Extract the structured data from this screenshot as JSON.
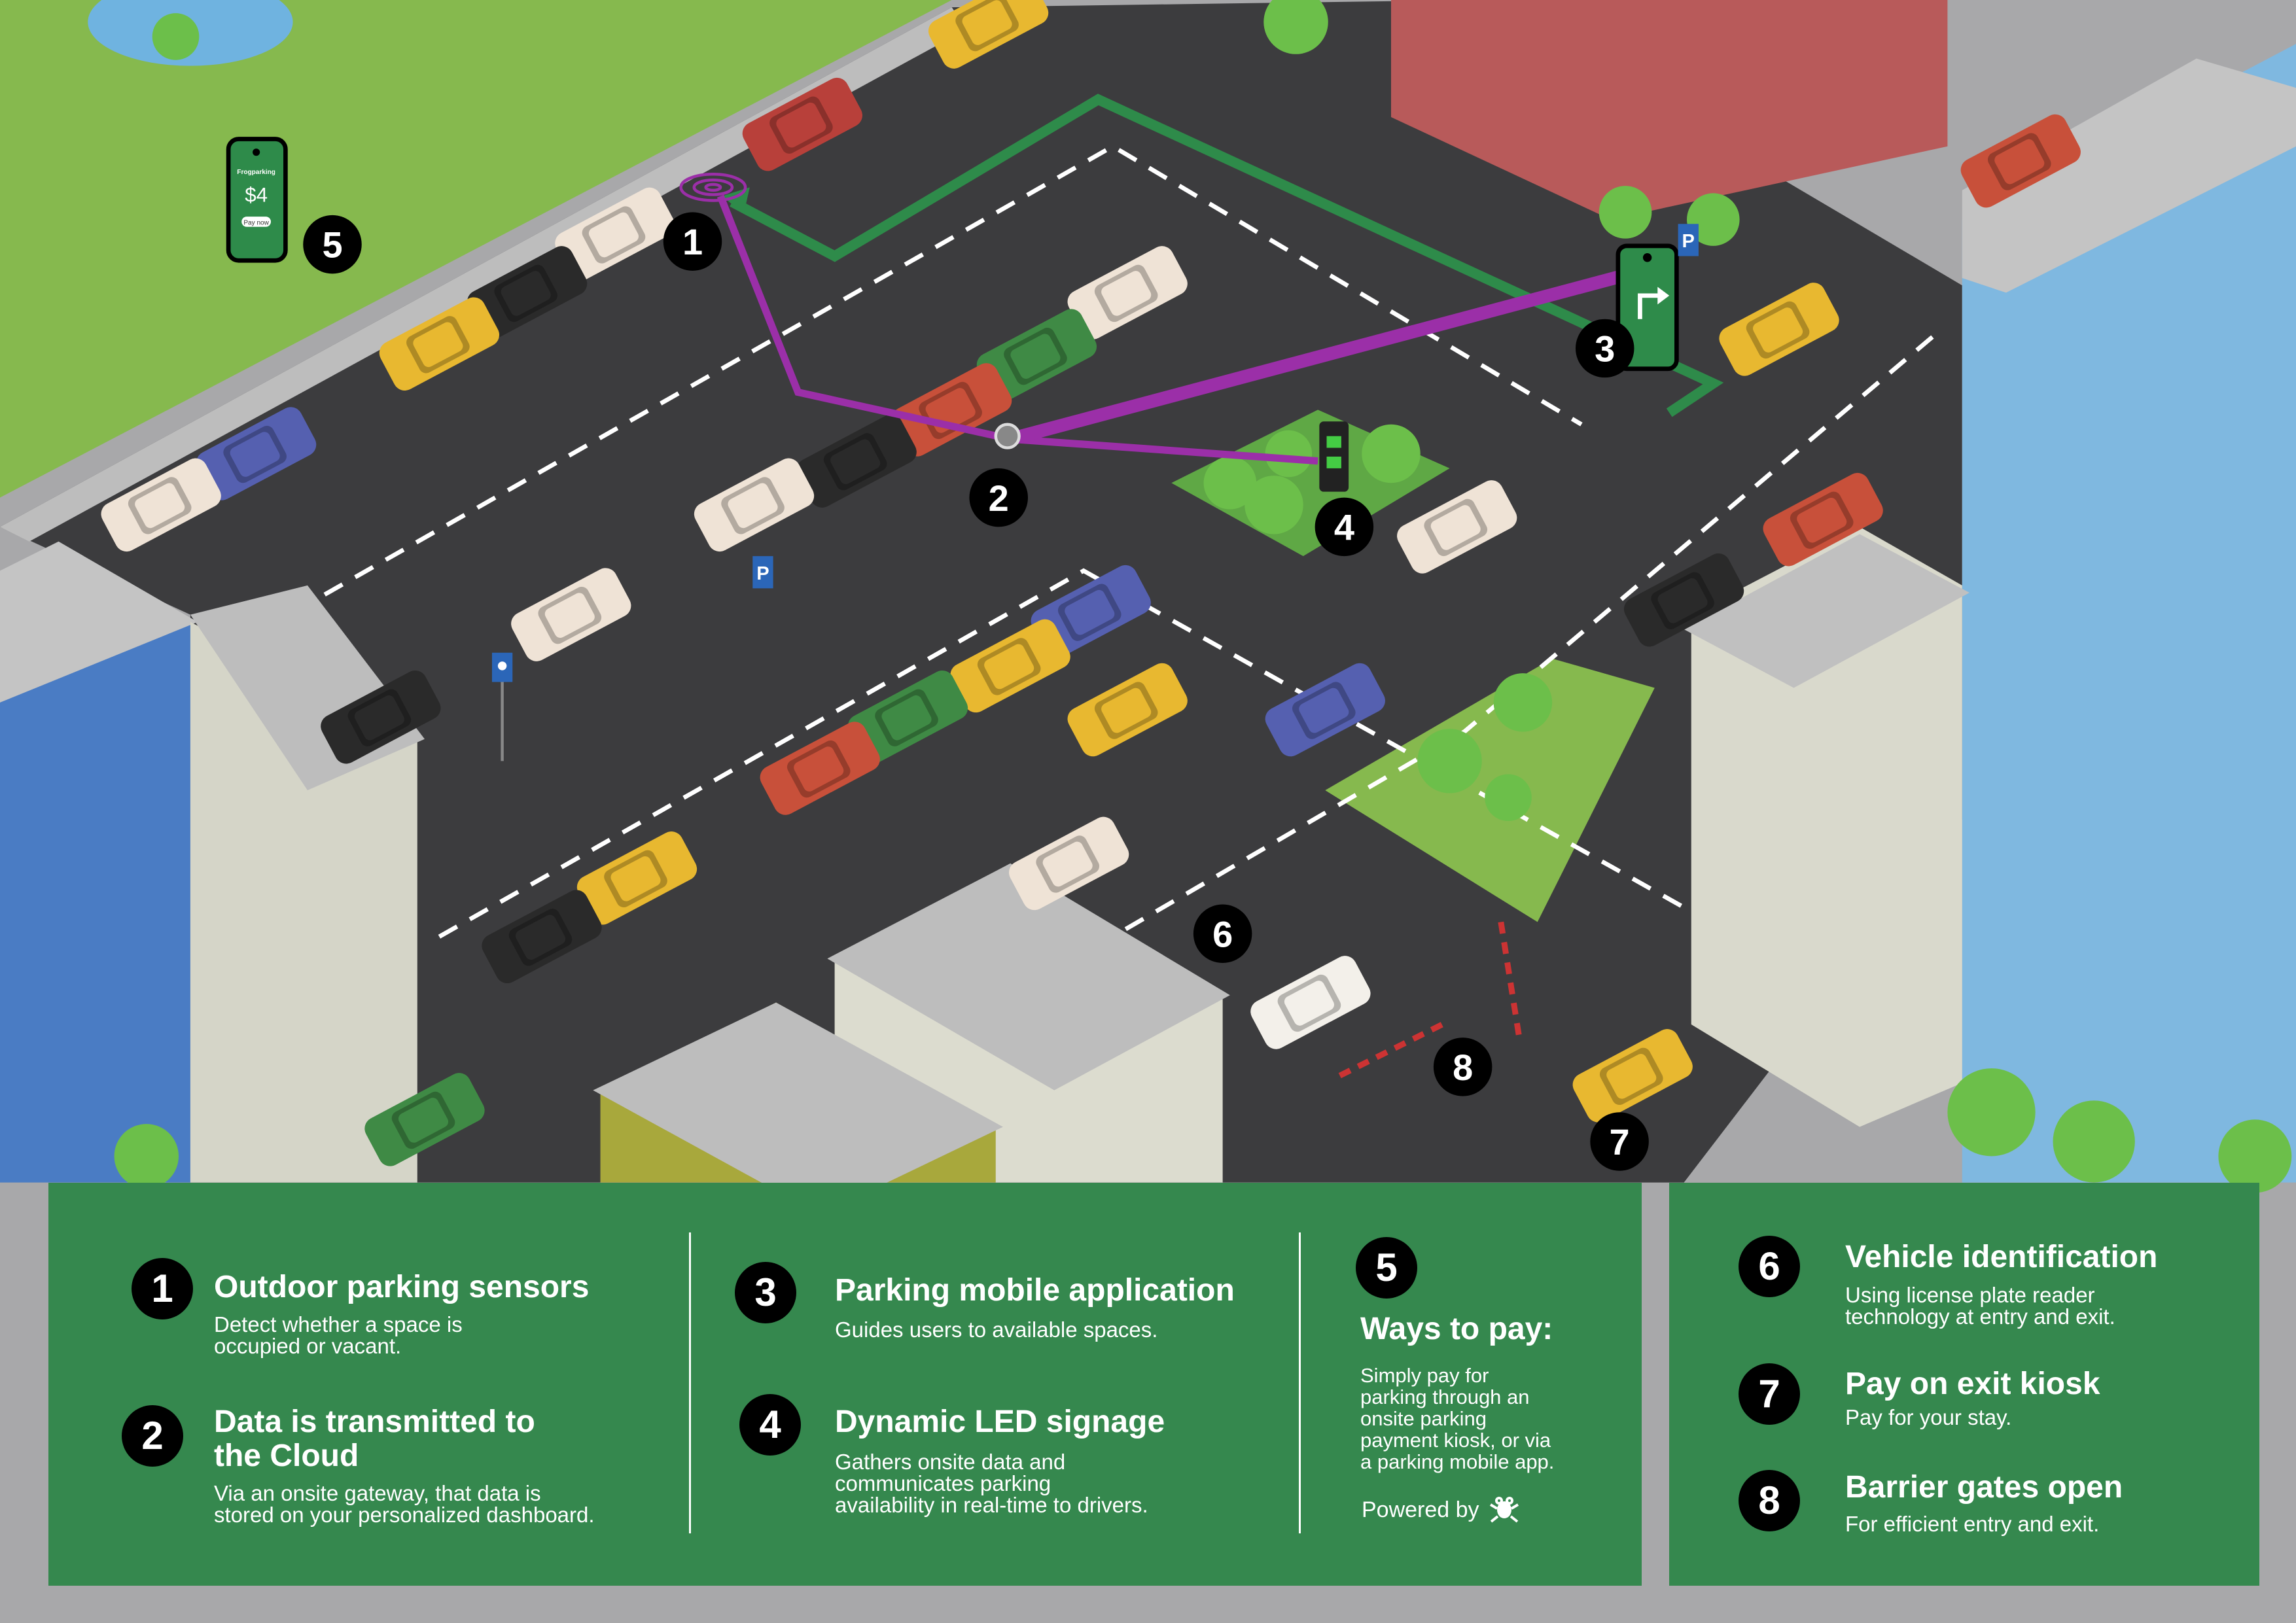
{
  "scene": {
    "markers": [
      "1",
      "2",
      "3",
      "4",
      "5",
      "6",
      "7",
      "8"
    ],
    "phone": {
      "brand": "Frogparking",
      "price": "$4",
      "button": "Pay now"
    },
    "parking_sign": "P",
    "colors": {
      "panel": "#35884e",
      "route": "#2e8b4a",
      "signal": "#9b2fa8",
      "asphalt": "#3c3c3e",
      "grass": "#86b94e"
    }
  },
  "legend": {
    "items": [
      {
        "num": "1",
        "title": "Outdoor parking sensors",
        "desc": "Detect whether a space is\noccupied or vacant."
      },
      {
        "num": "2",
        "title": "Data is transmitted to\nthe Cloud",
        "desc": "Via an onsite gateway, that data is\nstored on your personalized dashboard."
      },
      {
        "num": "3",
        "title": "Parking mobile application",
        "desc": "Guides users to available spaces."
      },
      {
        "num": "4",
        "title": "Dynamic LED signage",
        "desc": "Gathers onsite data and\ncommunicates parking\navailability in real-time to drivers."
      },
      {
        "num": "5",
        "title": "Ways to pay:",
        "desc": "Simply pay for\nparking through an\nonsite parking\npayment kiosk, or via\na parking mobile app.",
        "powered": "Powered by"
      },
      {
        "num": "6",
        "title": "Vehicle identification",
        "desc": "Using license plate reader\ntechnology at entry and exit."
      },
      {
        "num": "7",
        "title": "Pay on exit kiosk",
        "desc": "Pay for your stay."
      },
      {
        "num": "8",
        "title": "Barrier gates open",
        "desc": "For efficient entry and exit."
      }
    ]
  }
}
